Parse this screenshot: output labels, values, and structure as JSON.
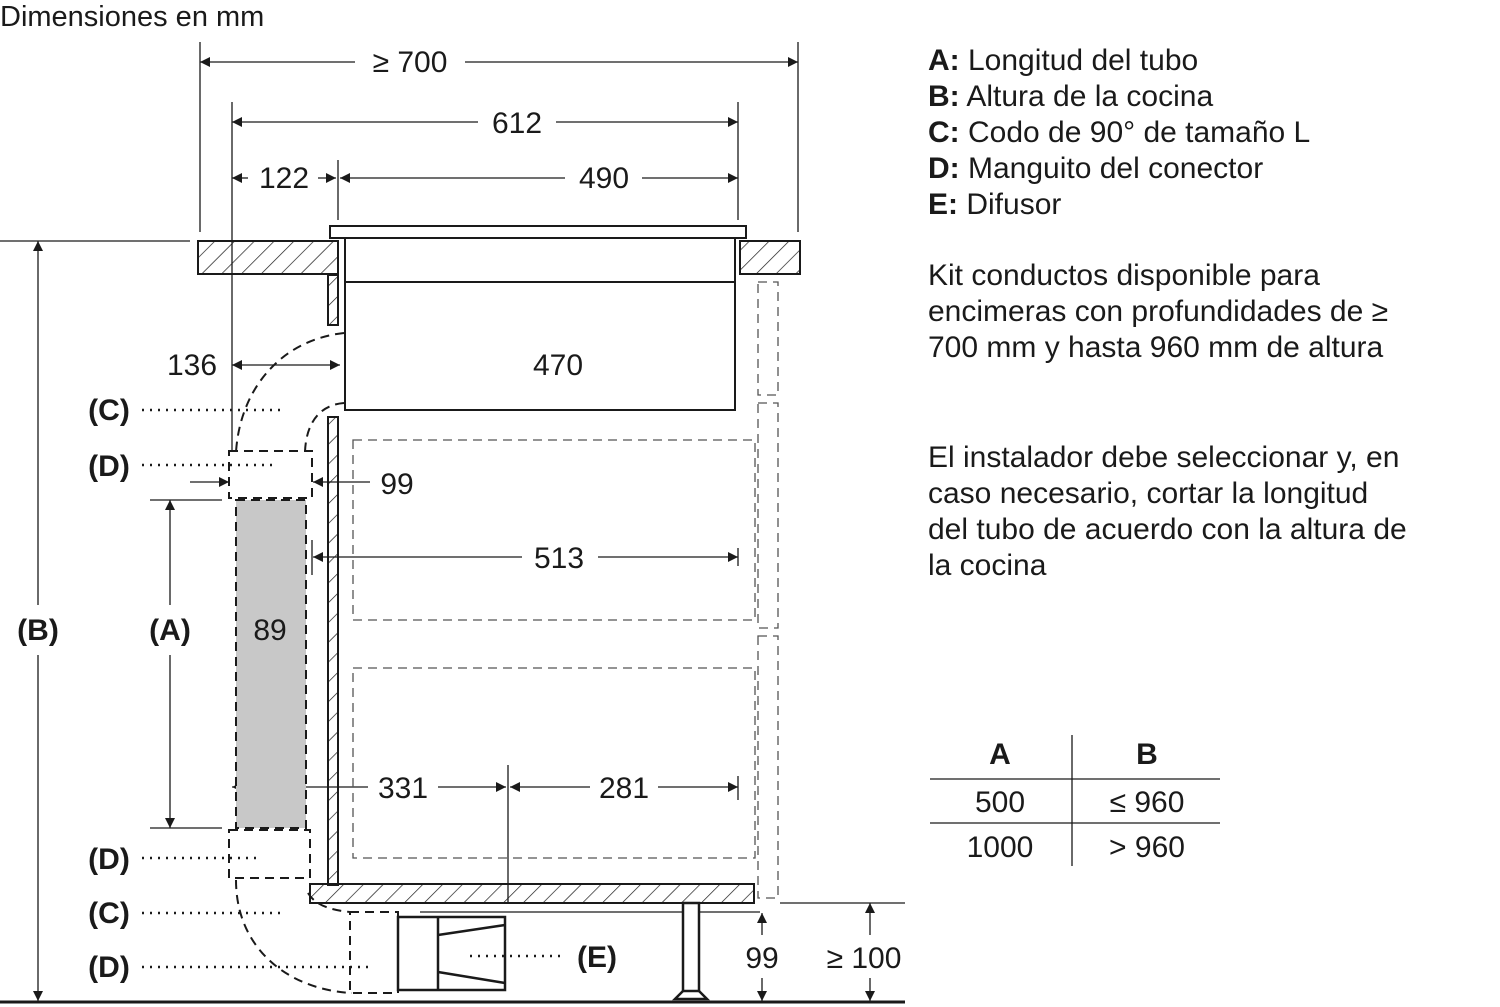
{
  "title": "Dimensiones en mm",
  "dimensions": {
    "min_depth": "≥ 700",
    "d612": "612",
    "d122": "122",
    "d490": "490",
    "d136": "136",
    "d470": "470",
    "d99_connector": "99",
    "d513": "513",
    "d89": "89",
    "d331": "331",
    "d281": "281",
    "d99_plinth": "99",
    "min_plinth": "≥ 100"
  },
  "part_labels": {
    "A": "(A)",
    "B": "(B)",
    "C1": "(C)",
    "D1": "(D)",
    "D2": "(D)",
    "C2": "(C)",
    "D3": "(D)",
    "E": "(E)"
  },
  "legend": [
    {
      "key": "A:",
      "text": "Longitud del tubo"
    },
    {
      "key": "B:",
      "text": "Altura de la cocina"
    },
    {
      "key": "C:",
      "text": "Codo de 90° de tamaño L"
    },
    {
      "key": "D:",
      "text": "Manguito del conector"
    },
    {
      "key": "E:",
      "text": "Difusor"
    }
  ],
  "note1": [
    "Kit conductos disponible para",
    "encimeras con profundidades de ≥",
    "700 mm y hasta 960 mm de altura"
  ],
  "note2": [
    "El instalador debe seleccionar y, en",
    "caso necesario, cortar la longitud",
    "del tubo de acuerdo con la altura de",
    "la cocina"
  ],
  "table": {
    "headers": [
      "A",
      "B"
    ],
    "rows": [
      [
        "500",
        "≤ 960"
      ],
      [
        "1000",
        "> 960"
      ]
    ]
  }
}
